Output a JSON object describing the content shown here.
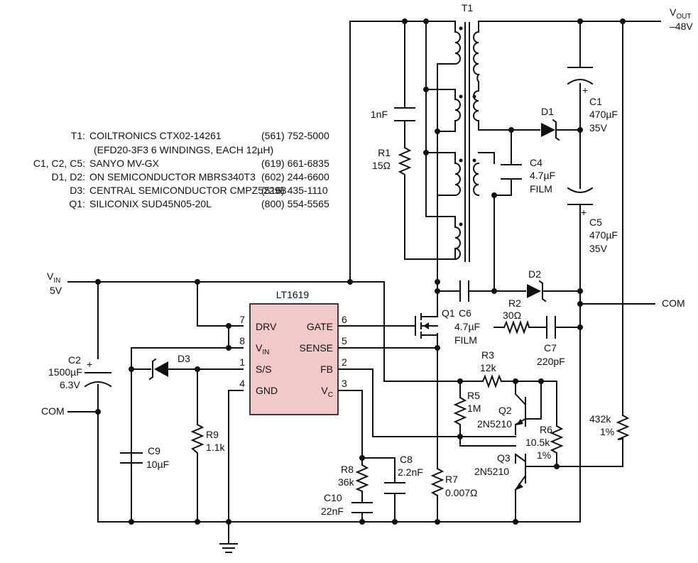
{
  "parts_list": [
    {
      "ref": "T1:",
      "desc": "COILTRONICS CTX02-14261",
      "phone": "(561) 752-5000"
    },
    {
      "ref": "",
      "desc": "(EFD20-3F3 6 WINDINGS, EACH 12µH)",
      "phone": ""
    },
    {
      "ref": "C1, C2, C5:",
      "desc": "SANYO MV-GX",
      "phone": "(619) 661-6835"
    },
    {
      "ref": "D1, D2:",
      "desc": "ON SEMICONDUCTOR MBRS340T3",
      "phone": "(602) 244-6600"
    },
    {
      "ref": "D3:",
      "desc": "CENTRAL SEMICONDUCTOR CMPZ5229B",
      "phone": "(516) 435-1110"
    },
    {
      "ref": "Q1:",
      "desc": "SILICONIX SUD45N05-20L",
      "phone": "(800) 554-5565"
    }
  ],
  "ic": {
    "name": "LT1619",
    "pins": [
      {
        "num": "7",
        "label": "DRV"
      },
      {
        "num": "8",
        "label": "V",
        "sub": "IN"
      },
      {
        "num": "1",
        "label": "S/S"
      },
      {
        "num": "4",
        "label": "GND"
      },
      {
        "num": "6",
        "label": "GATE"
      },
      {
        "num": "5",
        "label": "SENSE"
      },
      {
        "num": "2",
        "label": "FB"
      },
      {
        "num": "3",
        "label": "V",
        "sub": "C"
      }
    ]
  },
  "nets": {
    "vin": {
      "name": "V",
      "sub": "IN",
      "value": "5V"
    },
    "vout": {
      "name": "V",
      "sub": "OUT",
      "value": "–48V"
    },
    "com_left": "COM",
    "com_right": "COM"
  },
  "components": {
    "T1": "T1",
    "c_snub": "1nF",
    "R1": {
      "ref": "R1",
      "value": "15Ω"
    },
    "C1": {
      "ref": "C1",
      "value": "470µF",
      "rating": "35V"
    },
    "D1": "D1",
    "C4": {
      "ref": "C4",
      "value": "4.7µF",
      "type": "FILM"
    },
    "C5": {
      "ref": "C5",
      "value": "470µF",
      "rating": "35V"
    },
    "D2": "D2",
    "R2": {
      "ref": "R2",
      "value": "30Ω"
    },
    "C7": {
      "ref": "C7",
      "value": "220pF"
    },
    "Q1": "Q1",
    "C6": {
      "ref": "C6",
      "value": "4.7µF",
      "type": "FILM"
    },
    "R3": {
      "ref": "R3",
      "value": "12k"
    },
    "R5": {
      "ref": "R5",
      "value": "1M"
    },
    "Q2": {
      "ref": "Q2",
      "value": "2N5210"
    },
    "Q3": {
      "ref": "Q3",
      "value": "2N5210"
    },
    "R6": {
      "ref": "R6",
      "value": "10.5k",
      "tol": "1%"
    },
    "R432": {
      "value": "432k",
      "tol": "1%"
    },
    "R7": {
      "ref": "R7",
      "value": "0.007Ω"
    },
    "C8": {
      "ref": "C8",
      "value": "2.2nF"
    },
    "R8": {
      "ref": "R8",
      "value": "36k"
    },
    "C10": {
      "ref": "C10",
      "value": "22nF"
    },
    "C2": {
      "ref": "C2",
      "value": "1500µF",
      "rating": "6.3V"
    },
    "D3": "D3",
    "C9": {
      "ref": "C9",
      "value": "10µF"
    },
    "R9": {
      "ref": "R9",
      "value": "1.1k"
    }
  },
  "colors": {
    "ic_fill": "#f2c9c9",
    "ink": "#111111"
  }
}
